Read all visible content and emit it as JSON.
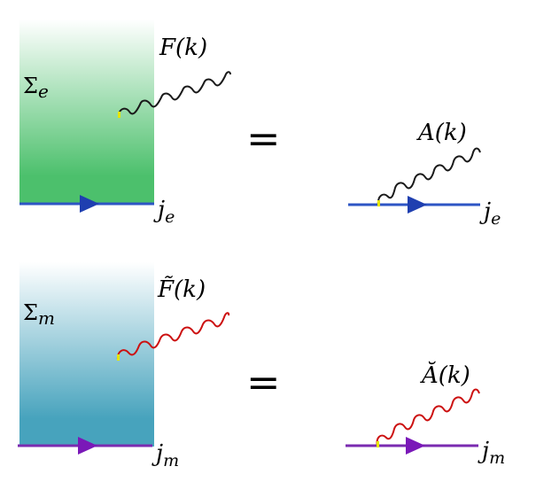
{
  "top_row": {
    "surface_symbol": "Σ",
    "surface_sub": "e",
    "field_label": "F(k)",
    "equals": "=",
    "rhs_field_label": "A(k)",
    "current_label": "j",
    "current_sub": "e",
    "rhs_current_label": "j",
    "rhs_current_sub": "e",
    "colors": {
      "surface": "#4cc06c",
      "wave": "#1a1a1a",
      "line": "#2e55c4",
      "arrow": "#1f3fb0"
    }
  },
  "bottom_row": {
    "surface_symbol": "Σ",
    "surface_sub": "m",
    "field_label": "F̃(k)",
    "equals": "=",
    "rhs_field_label": "Ă(k)",
    "current_label": "j",
    "current_sub": "m",
    "rhs_current_label": "j",
    "rhs_current_sub": "m",
    "colors": {
      "surface": "#47a3bd",
      "wave": "#cc1111",
      "line": "#7a2bb0",
      "arrow": "#7a18b8"
    }
  }
}
